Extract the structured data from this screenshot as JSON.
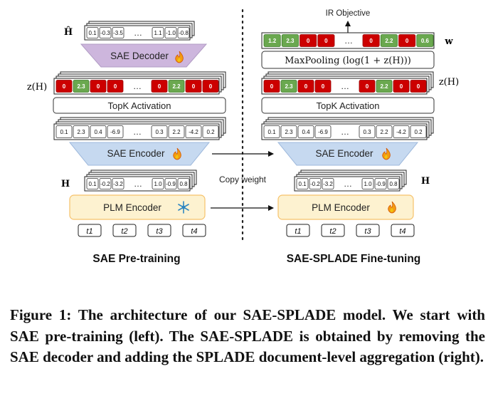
{
  "left": {
    "title": "SAE Pre-training",
    "h_hat_label": "Ĥ",
    "h_hat_values": [
      "0.1",
      "-0.3",
      "-3.5",
      "…",
      "1.1",
      "-1.0",
      "-0.8"
    ],
    "decoder_label": "SAE Decoder",
    "zh_label": "z(H)",
    "zh_values": [
      "0",
      "2.3",
      "0",
      "0",
      "…",
      "0",
      "2.2",
      "0",
      "0"
    ],
    "topk_label": "TopK Activation",
    "pre_values": [
      "0.1",
      "2.3",
      "0.4",
      "-6.9",
      "…",
      "0.3",
      "2.2",
      "-4.2",
      "0.2"
    ],
    "encoder_label": "SAE Encoder",
    "h_label": "H",
    "h_values": [
      "0.1",
      "-0.2",
      "-3.2",
      "…",
      "1.0",
      "-0.9",
      "0.8"
    ],
    "plm_label": "PLM Encoder",
    "tokens": [
      "t1",
      "t2",
      "t3",
      "t4"
    ]
  },
  "middle": {
    "copy_weight": "Copy weight"
  },
  "right": {
    "title": "SAE-SPLADE Fine-tuning",
    "objective_label": "IR Objective",
    "w_label": "w",
    "w_values": [
      "1.2",
      "2.3",
      "0",
      "0",
      "…",
      "0",
      "2.2",
      "0",
      "0.6"
    ],
    "maxpool_label": "MaxPooling (log(1 + z(H)))",
    "zh_label": "z(H)",
    "zh_values": [
      "0",
      "2.3",
      "0",
      "0",
      "…",
      "0",
      "2.2",
      "0",
      "0"
    ],
    "topk_label": "TopK Activation",
    "pre_values": [
      "0.1",
      "2.3",
      "0.4",
      "-6.9",
      "…",
      "0.3",
      "2.2",
      "-4.2",
      "0.2"
    ],
    "encoder_label": "SAE Encoder",
    "h_label": "H",
    "h_values": [
      "0.1",
      "-0.2",
      "-3.2",
      "…",
      "1.0",
      "-0.9",
      "0.8"
    ],
    "plm_label": "PLM Encoder",
    "tokens": [
      "t1",
      "t2",
      "t3",
      "t4"
    ]
  },
  "colors": {
    "positive_cell": "#6aa84f",
    "zero_cell": "#cc0000",
    "decoder_fill": "#cdb6dd",
    "encoder_fill": "#c6d9f0",
    "plm_fill": "#fdf2d0",
    "plm_border": "#f6c26b"
  },
  "icons": {
    "trainable": "fire-icon",
    "frozen": "snowflake-icon"
  },
  "caption": {
    "text": "Figure 1: The architecture of our SAE-SPLADE model. We start with SAE pre-training (left). The SAE-SPLADE is obtained by removing the SAE decoder and adding the SPLADE document-level aggregation (right)."
  }
}
